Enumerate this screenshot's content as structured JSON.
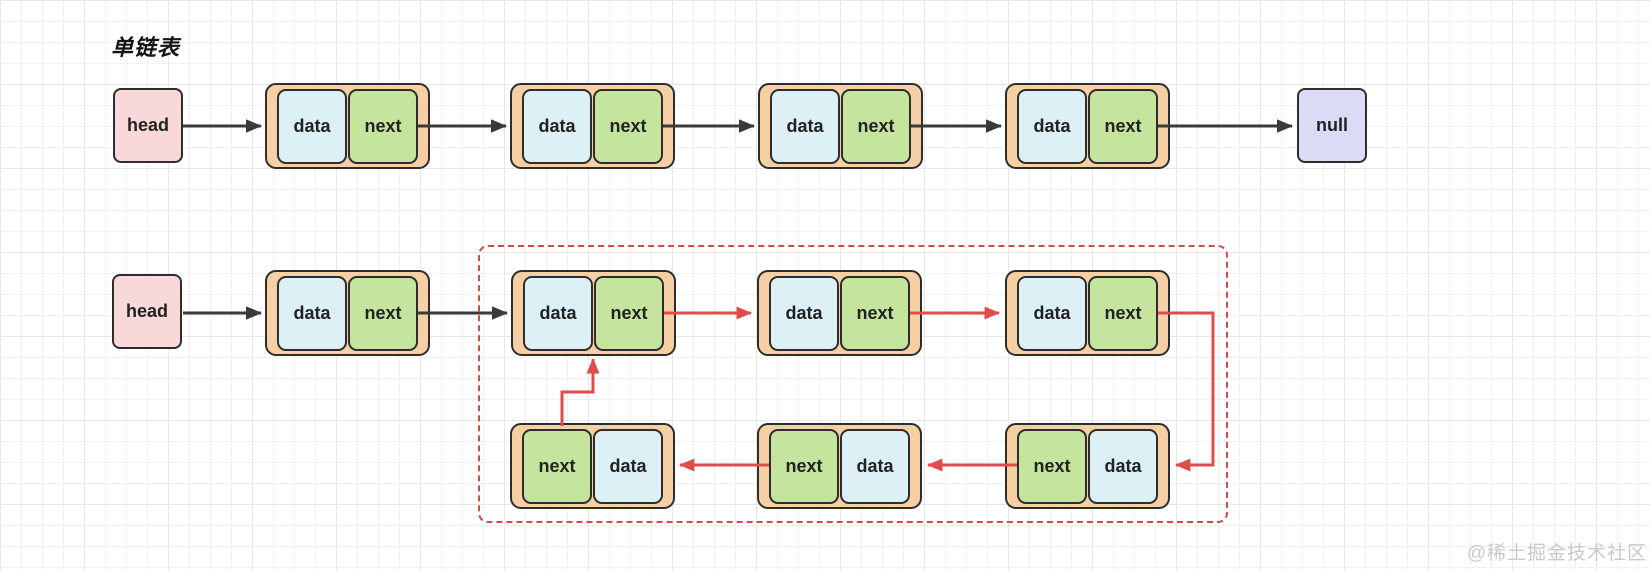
{
  "title": "单链表",
  "watermark": "@稀土掘金技术社区",
  "labels": {
    "head": "head",
    "data": "data",
    "next": "next",
    "null": "null"
  },
  "colors": {
    "frame": "#f7cfa4",
    "data": "#dcf0f6",
    "next": "#c5e59e",
    "head": "#f9d8da",
    "null_box": "#dbdbf5",
    "black": "#3a3a3a",
    "red": "#e04c4c",
    "dash": "#d14b4b",
    "border": "#2d2d2d",
    "text": "#222222",
    "grid_minor": "#f1f1f1",
    "grid_major": "#e7e7e7",
    "watermark_color": "#c9c9c9"
  },
  "structure": {
    "row1": "head → [data|next] ×4 → null, linked by black arrows left to right",
    "row2_top": "head → [data|next] (black arrows), then [data|next] ×3 inside dashed region linked by red arrows",
    "row2_bottom": "[next|data] ×3 linked right-to-left by red arrows",
    "row2_extra_links": "top-right next routes down-right to bottom-right node; bottom-left next routes up to first node of dashed region",
    "dashed_region": "red dashed rounded rectangle enclosing the reversed sub-list"
  }
}
